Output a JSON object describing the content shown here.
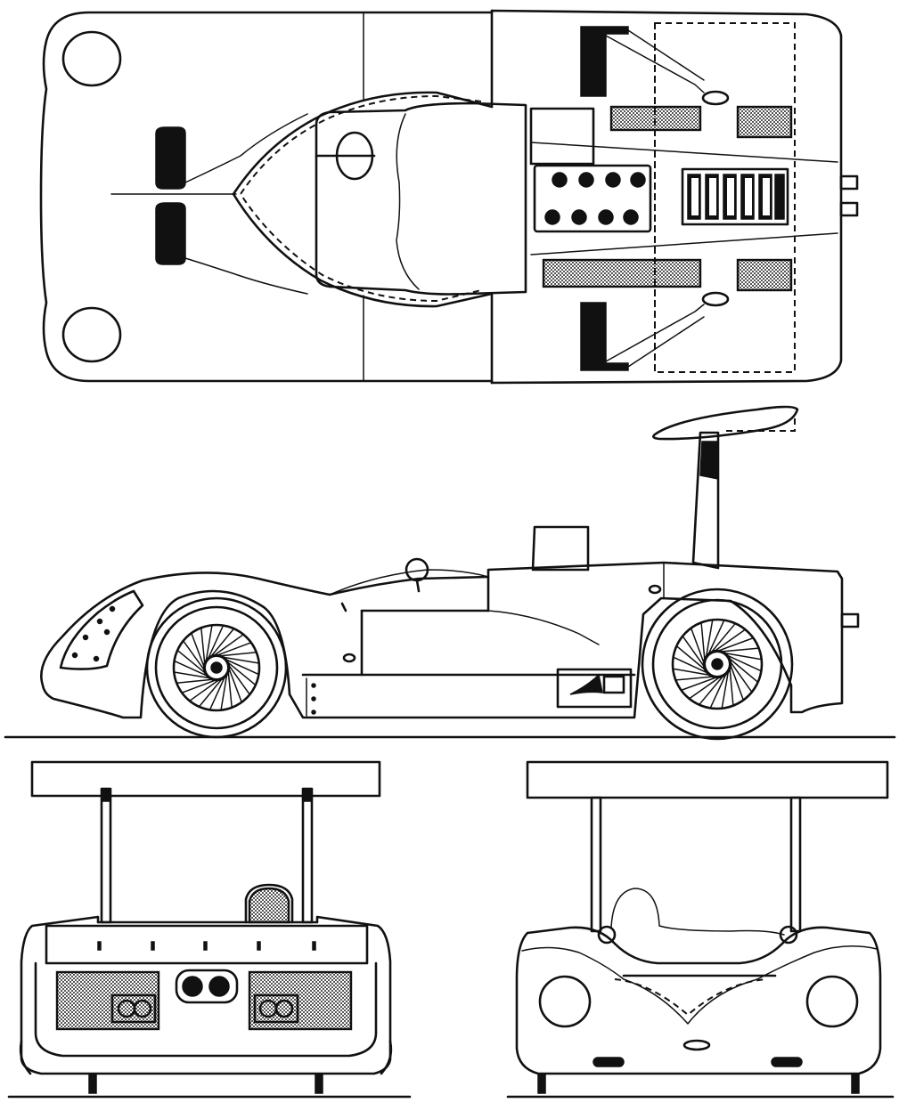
{
  "drawing": {
    "views": [
      "top-view",
      "side-view",
      "rear-view",
      "front-view"
    ],
    "ink_color": "#111111",
    "paper_color": "#ffffff",
    "mesh_color": "#555555"
  }
}
